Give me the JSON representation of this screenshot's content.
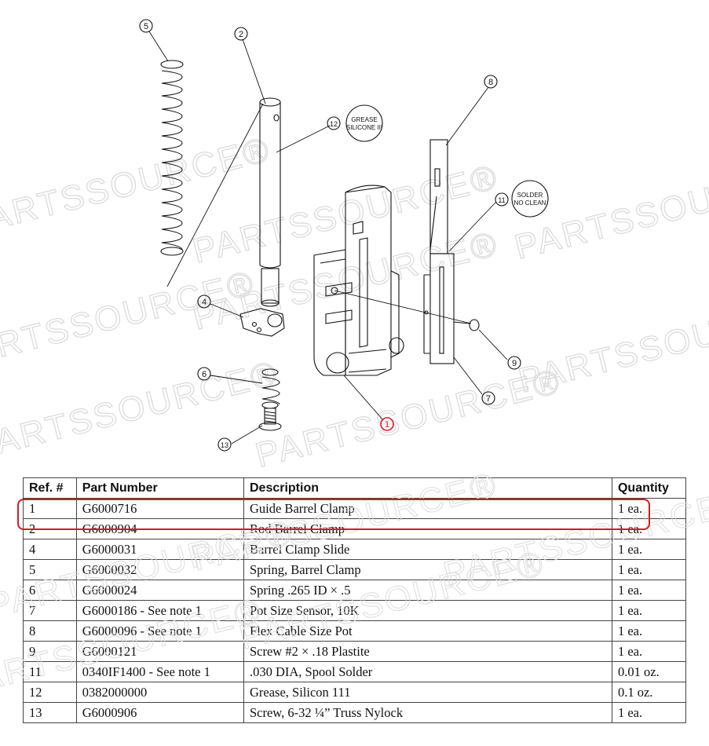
{
  "watermark": "PARTSSOURCE®",
  "callouts": {
    "c1": "1",
    "c2": "2",
    "c4": "4",
    "c5": "5",
    "c6": "6",
    "c7": "7",
    "c8": "8",
    "c9": "9",
    "c11": "11",
    "c12": "12",
    "c13": "13"
  },
  "notes": {
    "grease_l1": "GREASE",
    "grease_l2": "SILICONE III",
    "solder_l1": "SOLDER",
    "solder_l2": "NO CLEAN"
  },
  "colors": {
    "highlight": "#d61a24",
    "line": "#111111",
    "watermark": "#d9d9d9"
  },
  "table": {
    "headers": [
      "Ref. #",
      "Part Number",
      "Description",
      "Quantity"
    ],
    "rows": [
      [
        "1",
        "G6000716",
        "Guide Barrel Clamp",
        "1 ea."
      ],
      [
        "2",
        "G6000904",
        "Rod Barrel Clamp",
        "1 ea."
      ],
      [
        "4",
        "G6000031",
        "Barrel Clamp Slide",
        "1 ea."
      ],
      [
        "5",
        "G6000032",
        "Spring, Barrel Clamp",
        "1 ea."
      ],
      [
        "6",
        "G6000024",
        "Spring .265 ID × .5",
        "1 ea."
      ],
      [
        "7",
        "G6000186 - See note 1",
        "Pot Size Sensor, 10K",
        "1 ea."
      ],
      [
        "8",
        "G6000096 - See note 1",
        "Flex Cable Size Pot",
        "1 ea."
      ],
      [
        "9",
        "G6000121",
        "Screw #2 × .18 Plastite",
        "1 ea."
      ],
      [
        "11",
        "0340IF1400 - See note 1",
        ".030 DIA, Spool Solder",
        "0.01 oz."
      ],
      [
        "12",
        "0382000000",
        "Grease, Silicon 111",
        "0.1 oz."
      ],
      [
        "13",
        "G6000906",
        "Screw, 6-32 ¼” Truss Nylock",
        "1 ea."
      ]
    ]
  }
}
